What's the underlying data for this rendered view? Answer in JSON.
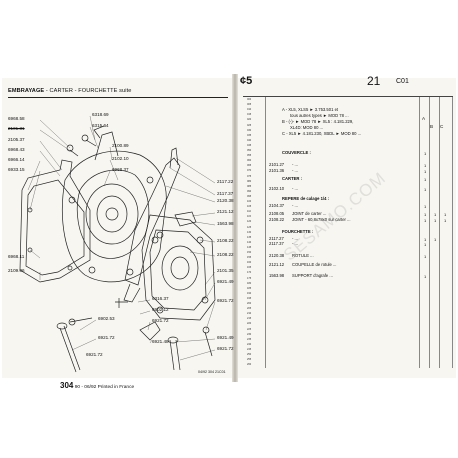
{
  "header": {
    "title": "EMBRAYAGE",
    "subtitle": " - CARTER - FOURCHETTE suite"
  },
  "callouts_left": [
    "6968.58",
    "2101.31",
    "2105.37",
    "6968.43",
    "6966.14",
    "6933.15",
    "6968.11",
    "2109.06"
  ],
  "callouts_top": [
    "6318.69",
    "6315.64",
    "2100.89",
    "2102.10",
    "6968.37"
  ],
  "callouts_right": [
    "2117.22",
    "2117.37",
    "2120.38",
    "2121.12",
    "1563.98",
    "2108.22",
    "2108.22",
    "2101.35",
    "6921.49",
    "6921.72",
    "6921.49",
    "6921.72"
  ],
  "callouts_bottom": [
    "6902.53",
    "6921.72",
    "6316.37",
    "6902.12",
    "6921.72",
    "6921.72",
    "6921.48"
  ],
  "footer": {
    "page": "304",
    "suffix": "90 - 06/92 Printed in France"
  },
  "stamp": "04/92  304  21C01",
  "right_page": {
    "marker": "¢5",
    "number": "21",
    "code": "C01",
    "abc": [
      "A",
      "B",
      "C"
    ],
    "codes": [
      "000",
      "005",
      "010",
      "015",
      "020",
      "025",
      "030",
      "035",
      "040",
      "045",
      "050",
      "055",
      "060",
      "065",
      "070",
      "075",
      "080",
      "085",
      "090",
      "095",
      "100",
      "105",
      "110",
      "115",
      "120",
      "125",
      "130",
      "135",
      "140",
      "145",
      "150",
      "155",
      "160",
      "165",
      "170",
      "175",
      "180",
      "185",
      "190",
      "195",
      "200",
      "205",
      "210",
      "215",
      "220",
      "225",
      "230",
      "235",
      "240",
      "245",
      "250",
      "255",
      "260"
    ],
    "variants": [
      "A - XL5, XLS5 ► 3.753.501 et",
      "tous autres types ► MOD 78 ...",
      "B - (-)- ► MOD 78 ► XL5 : 4.181.229,",
      "XL4D: MOD 80 ...",
      "C - XL5 ► 4.181.230, XBDL ► MOD 80 ..."
    ],
    "rows": [
      {
        "ref": "",
        "text": "COUVERCLE :",
        "head": true
      },
      {
        "ref": "2101.27",
        "text": "- ...",
        "head": false
      },
      {
        "ref": "2101.36",
        "text": "- ...",
        "head": false
      },
      {
        "ref": "",
        "text": "CARTER :",
        "head": true
      },
      {
        "ref": "2102.10",
        "text": "- ...",
        "head": false
      },
      {
        "ref": "",
        "text": "REPERE de calage 1/4 :",
        "head": true
      },
      {
        "ref": "2104.37",
        "text": "- ...",
        "head": false
      },
      {
        "ref": "2108.05",
        "text": "JOINT de carter ...",
        "head": false
      },
      {
        "ref": "2108.22",
        "text": "JOINT - 60,8x78x0 sur carter ...",
        "head": false
      },
      {
        "ref": "",
        "text": "FOURCHETTE :",
        "head": true
      },
      {
        "ref": "2117.27",
        "text": "- ...",
        "head": false
      },
      {
        "ref": "2117.37",
        "text": "- ...",
        "head": false
      },
      {
        "ref": "2120.38",
        "text": "ROTULE ...",
        "head": false
      },
      {
        "ref": "2121.12",
        "text": "COUPELLE de rotule ...",
        "head": false
      },
      {
        "ref": "1563.98",
        "text": "SUPPORT d'agrafe ...",
        "head": false
      }
    ],
    "qty_marks": [
      "1",
      "1",
      "1",
      "1",
      "1",
      "1",
      "1",
      "1",
      "1",
      "1",
      "1",
      "1",
      "1",
      "1",
      "1",
      "1",
      "1"
    ]
  },
  "watermark": "SESAMO.COM"
}
